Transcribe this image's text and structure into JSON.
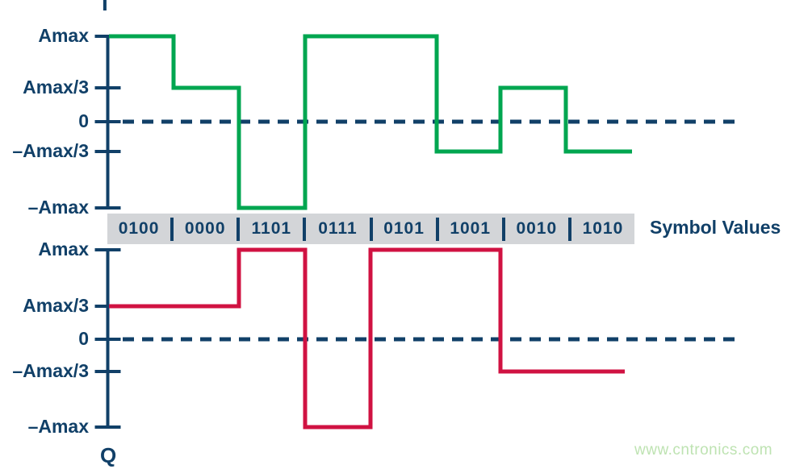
{
  "colors": {
    "navy": "#114068",
    "green": "#00a650",
    "red": "#d01242",
    "band_background": "#d3d5d8",
    "watermark_green": "#bee3b2"
  },
  "top_chart": {
    "label": "I"
  },
  "bottom_chart": {
    "label": "Q"
  },
  "symbol_band": {
    "label": "Symbol Values"
  },
  "watermark": "www.cntronics.com",
  "chart_data": {
    "type": "line",
    "subtype": "step-waveform-pair",
    "categories": [
      "0100",
      "0000",
      "1101",
      "0111",
      "0101",
      "1001",
      "0010",
      "1010"
    ],
    "y_tick_labels": [
      "Amax",
      "Amax/3",
      "0",
      "–Amax/3",
      "–Amax"
    ],
    "y_tick_values": [
      1,
      0.333,
      0,
      -0.333,
      -1
    ],
    "zero_line": "dashed",
    "legend": "none",
    "series": [
      {
        "name": "I",
        "color": "#00a650",
        "levels": [
          "Amax",
          "Amax/3",
          "-Amax",
          "Amax",
          "Amax",
          "-Amax/3",
          "Amax/3",
          "-Amax/3"
        ],
        "values": [
          1,
          0.333,
          -1,
          1,
          1,
          -0.333,
          0.333,
          -0.333
        ]
      },
      {
        "name": "Q",
        "color": "#d01242",
        "levels": [
          "Amax/3",
          "Amax/3",
          "Amax",
          "-Amax",
          "Amax",
          "Amax",
          "-Amax/3",
          "-Amax/3"
        ],
        "values": [
          0.333,
          0.333,
          1,
          -1,
          1,
          1,
          -0.333,
          -0.333
        ]
      }
    ]
  }
}
